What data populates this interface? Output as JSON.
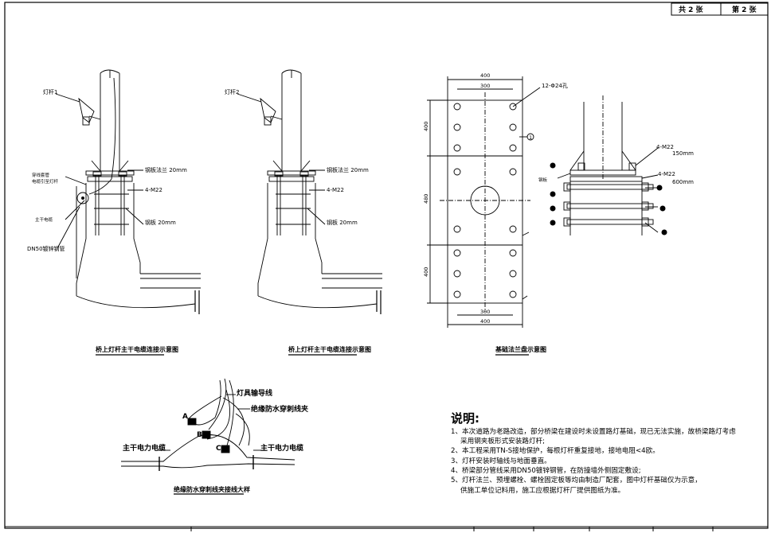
{
  "sheet": {
    "total": "共 2 张",
    "current": "第 2 张"
  },
  "fig1": {
    "title": "桥上灯杆主干电缆连接示意图",
    "lamp": "灯杆1",
    "plate": "钢板法兰 20mm",
    "bolts": "4-M22",
    "stiffener": "钢板 20mm",
    "cable_note1": "穿线套管",
    "cable_note2": "电缆引至灯杆",
    "cable_note3": "主干电缆",
    "pipe": "DN50镀锌钢管"
  },
  "fig2": {
    "title": "桥上灯杆主干电缆连接示意图",
    "lamp": "灯杆2",
    "plate": "钢板法兰 20mm",
    "bolts": "4-M22",
    "stiffener": "钢板 20mm"
  },
  "fig3": {
    "title": "基础法兰盘示意图",
    "w400": "400",
    "w300": "300",
    "h400": "400",
    "h480": "480",
    "holes": "12-Φ24孔",
    "mark1": "1"
  },
  "fig4": {
    "bolt1": "4-M22",
    "len1": "150mm",
    "bolt2": "4-M22",
    "len2": "600mm",
    "side": "钢板"
  },
  "fig5": {
    "title": "绝缘防水穿刺线夹接线大样",
    "lamp_lead": "灯具输导线",
    "clamp": "绝缘防水穿刺线夹",
    "cable_left": "主干电力电缆",
    "cable_right": "主干电力电缆",
    "a": "A",
    "b": "B",
    "c": "C"
  },
  "notes": {
    "heading": "说明:",
    "items": [
      "1、本次道路为老路改造，部分桥梁在建设时未设置路灯基础，现已无法实施，故桥梁路灯考虑",
      "采用钢夹板形式安装路灯杆;",
      "2、本工程采用TN-S接地保护，每根灯杆重复接地，接地电阻<4欧。",
      "3、灯杆安装时轴线与地面垂直。",
      "4、桥梁部分管线采用DN50镀锌钢管，在防撞墙外侧固定敷设;",
      "5、灯杆法兰、预埋螺栓、螺栓固定板等均由制造厂配套，图中灯杆基础仅为示意，",
      "供施工单位记料用，施工应根据灯杆厂提供图纸为准。"
    ]
  }
}
